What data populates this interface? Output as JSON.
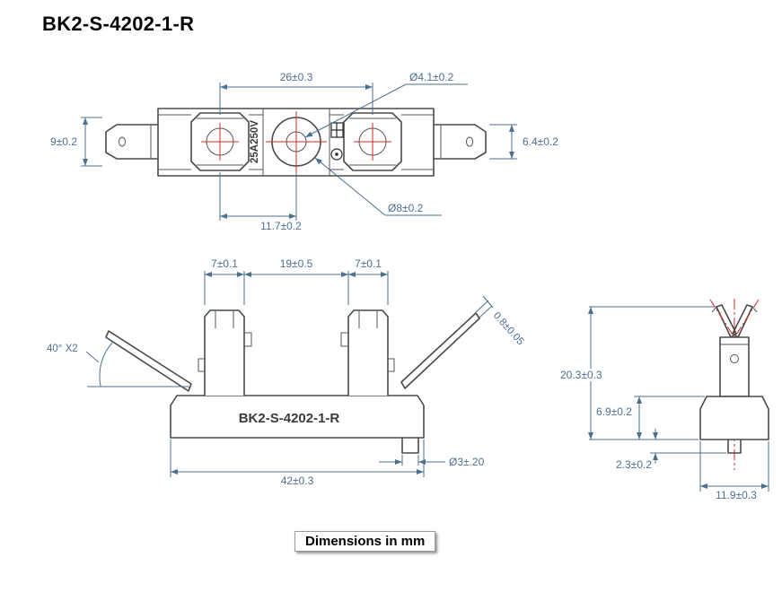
{
  "title": "BK2-S-4202-1-R",
  "footer_note": "Dimensions in mm",
  "colors": {
    "dimension": "#4e7090",
    "outline": "#4a4a4a",
    "centerline": "#cf2a27"
  },
  "top_view": {
    "marking": "25A250V",
    "dim_clip_spacing": "26±0.3",
    "dim_hole_small": "Ø4.1±0.2",
    "dim_terminal_width": "9±0.2",
    "dim_terminal_tip": "6.4±0.2",
    "dim_center_offset": "11.7±0.2",
    "dim_hole_large": "Ø8±0.2"
  },
  "front_view": {
    "marking": "BK2-S-4202-1-R",
    "dim_clip_width_left": "7±0.1",
    "dim_clip_spacing": "19±0.5",
    "dim_clip_width_right": "7±0.1",
    "dim_wing_angle": "40° X2",
    "dim_wing_thickness": "0.8±0.05",
    "dim_base_width": "42±0.3",
    "dim_pin_diameter": "Ø3±.20"
  },
  "side_view": {
    "dim_total_height": "20.3±0.3",
    "dim_base_height": "6.9±0.2",
    "dim_pin_height": "2.3±0.2",
    "dim_base_depth": "11.9±0.3"
  }
}
